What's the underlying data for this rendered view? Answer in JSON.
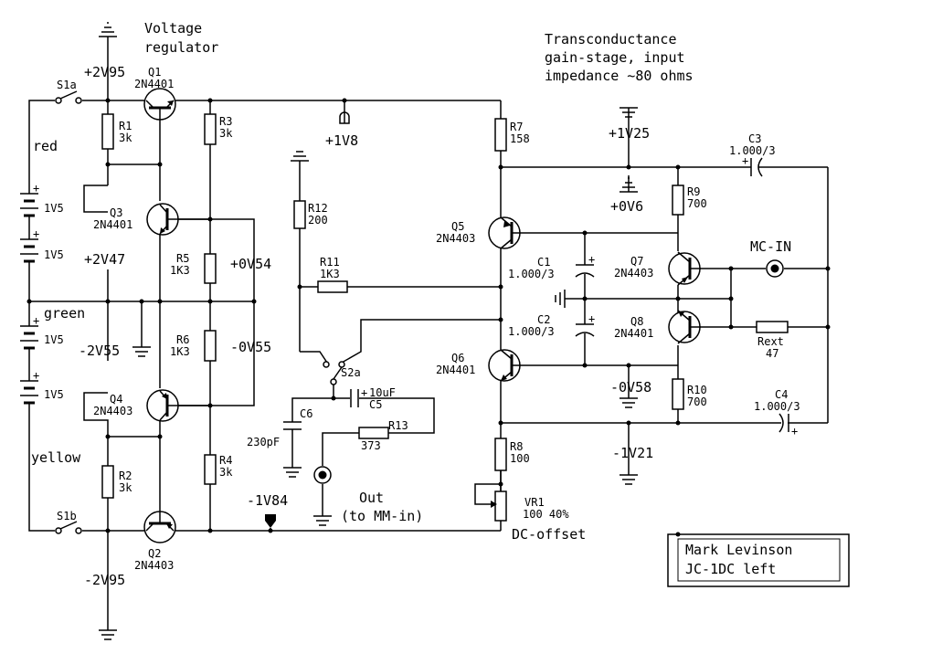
{
  "notes": {
    "regulator_l1": "Voltage",
    "regulator_l2": "regulator",
    "stage_l1": "Transconductance",
    "stage_l2": "gain-stage, input",
    "stage_l3": "impedance ~80 ohms"
  },
  "title_block": {
    "line1": "Mark Levinson",
    "line2": "JC-1DC left"
  },
  "rails": {
    "p2v95": "+2V95",
    "m2v95": "-2V95",
    "p2v47": "+2V47",
    "m2v55": "-2V55",
    "p1v8": "+1V8",
    "m1v84": "-1V84",
    "p0v54": "+0V54",
    "m0v55": "-0V55",
    "p1v25": "+1V25",
    "p0v6": "+0V6",
    "m0v58": "-0V58",
    "m1v21": "-1V21"
  },
  "wires": {
    "red": "red",
    "green": "green",
    "yellow": "yellow"
  },
  "switches": {
    "s1a": "S1a",
    "s1b": "S1b",
    "s2a": "S2a"
  },
  "batteries": [
    "1V5",
    "1V5",
    "1V5",
    "1V5"
  ],
  "transistors": {
    "q1": {
      "ref": "Q1",
      "type": "2N4401"
    },
    "q2": {
      "ref": "Q2",
      "type": "2N4403"
    },
    "q3": {
      "ref": "Q3",
      "type": "2N4401"
    },
    "q4": {
      "ref": "Q4",
      "type": "2N4403"
    },
    "q5": {
      "ref": "Q5",
      "type": "2N4403"
    },
    "q6": {
      "ref": "Q6",
      "type": "2N4401"
    },
    "q7": {
      "ref": "Q7",
      "type": "2N4403"
    },
    "q8": {
      "ref": "Q8",
      "type": "2N4401"
    }
  },
  "resistors": {
    "r1": {
      "ref": "R1",
      "value": "3k"
    },
    "r2": {
      "ref": "R2",
      "value": "3k"
    },
    "r3": {
      "ref": "R3",
      "value": "3k"
    },
    "r4": {
      "ref": "R4",
      "value": "3k"
    },
    "r5": {
      "ref": "R5",
      "value": "1K3"
    },
    "r6": {
      "ref": "R6",
      "value": "1K3"
    },
    "r7": {
      "ref": "R7",
      "value": "158"
    },
    "r8": {
      "ref": "R8",
      "value": "100"
    },
    "r9": {
      "ref": "R9",
      "value": "700"
    },
    "r10": {
      "ref": "R10",
      "value": "700"
    },
    "r11": {
      "ref": "R11",
      "value": "1K3"
    },
    "r12": {
      "ref": "R12",
      "value": "200"
    },
    "r13": {
      "ref": "R13",
      "value": "373"
    },
    "rext": {
      "ref": "Rext",
      "value": "47"
    }
  },
  "vr1": {
    "ref": "VR1",
    "value": "100 40%",
    "label": "DC-offset"
  },
  "capacitors": {
    "c1": {
      "ref": "C1",
      "value": "1.000/3"
    },
    "c2": {
      "ref": "C2",
      "value": "1.000/3"
    },
    "c3": {
      "ref": "C3",
      "value": "1.000/3"
    },
    "c4": {
      "ref": "C4",
      "value": "1.000/3"
    },
    "c5": {
      "ref": "C5",
      "value": "10uF"
    },
    "c6": {
      "ref": "C6",
      "value": "230pF"
    }
  },
  "connectors": {
    "mc_in": "MC-IN",
    "out_l1": "Out",
    "out_l2": "(to MM-in)"
  }
}
